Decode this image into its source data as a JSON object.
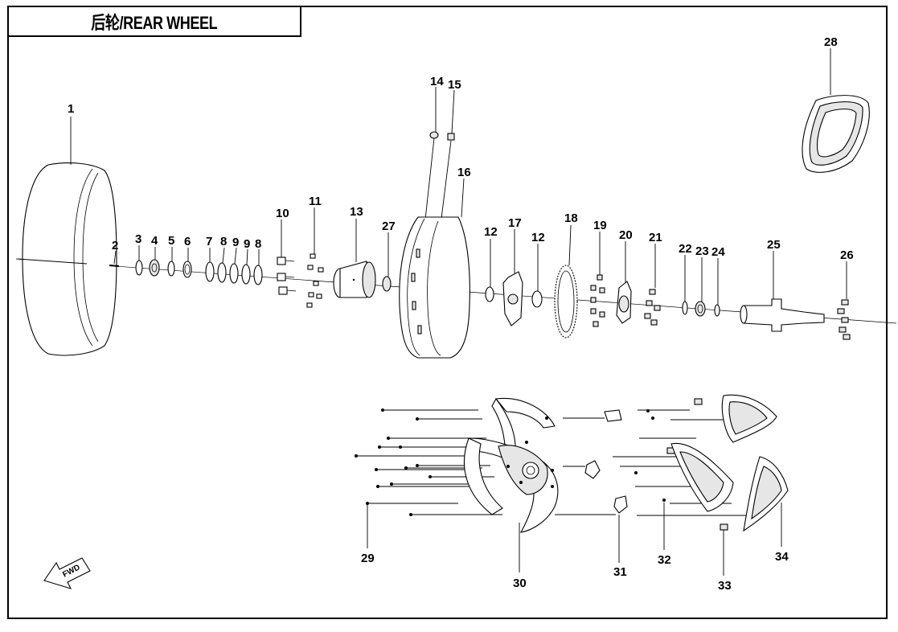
{
  "title": "后轮/REAR WHEEL",
  "fwd_arrow": {
    "text": "FWD"
  },
  "callouts": [
    "1",
    "2",
    "3",
    "4",
    "5",
    "6",
    "7",
    "8",
    "9",
    "9",
    "8",
    "10",
    "11",
    "13",
    "27",
    "14",
    "15",
    "16",
    "12",
    "17",
    "12",
    "18",
    "19",
    "20",
    "21",
    "22",
    "23",
    "24",
    "25",
    "26",
    "28",
    "29",
    "30",
    "31",
    "32",
    "33",
    "34"
  ],
  "colors": {
    "line": "#000000",
    "background": "#ffffff",
    "shade": "#e6e6e6"
  }
}
